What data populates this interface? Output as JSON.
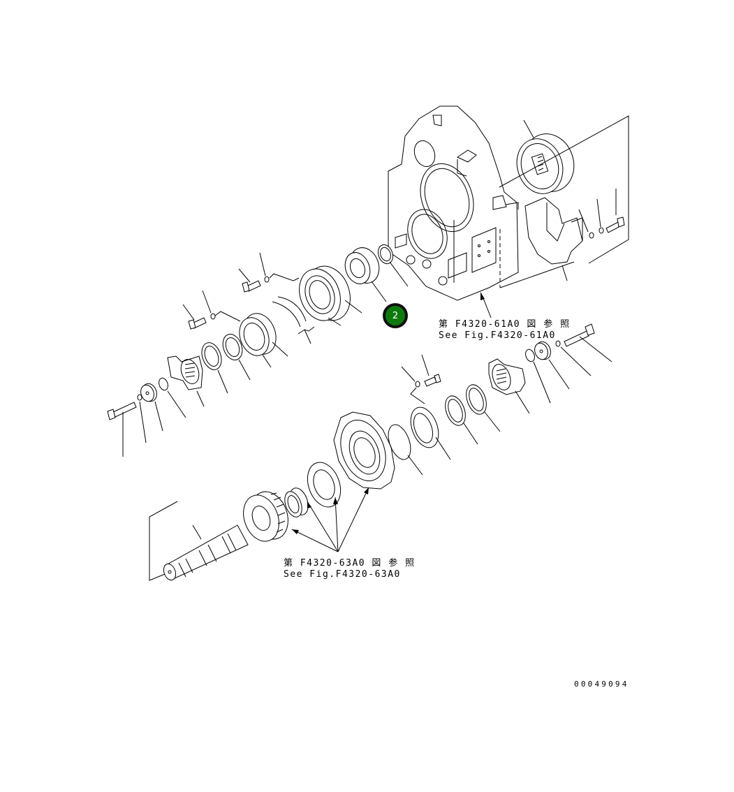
{
  "diagram": {
    "type": "exploded-parts-view",
    "background": "#ffffff",
    "line_color": "#000000"
  },
  "references": {
    "housing_ref": {
      "line1": "第 F4320-61A0 図 参 照",
      "line2": "See Fig.F4320-61A0"
    },
    "gear_ref": {
      "line1": "第 F4320-63A0 図 参 照",
      "line2": "See Fig.F4320-63A0"
    }
  },
  "callouts": [
    {
      "label": "2",
      "color": "#0e7a0e",
      "border": "#111111"
    }
  ],
  "figure_number": "00049094",
  "parts": [
    "transmission-housing",
    "output-gear",
    "gear-cover",
    "upper-bearing",
    "upper-seal-ring",
    "upper-cage",
    "upper-shims",
    "upper-retainer",
    "upper-oil-seals",
    "upper-coupling",
    "upper-o-ring",
    "upper-holder",
    "upper-washer",
    "upper-bolt",
    "lower-cage",
    "lower-o-ring",
    "lower-retainer",
    "lower-oil-seals",
    "lower-coupling",
    "lower-holder",
    "lower-washer",
    "lower-bolt",
    "output-shaft",
    "shaft-gear",
    "shaft-bearing",
    "tapered-bearing"
  ]
}
